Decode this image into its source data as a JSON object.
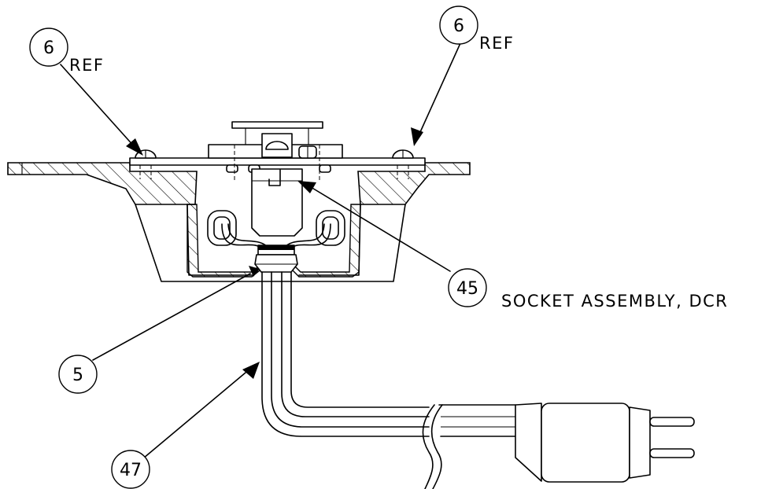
{
  "callouts": [
    {
      "id": "6",
      "suffix": "REF",
      "description": ""
    },
    {
      "id": "6",
      "suffix": "REF",
      "description": ""
    },
    {
      "id": "45",
      "suffix": "",
      "description": "SOCKET ASSEMBLY, DCR"
    },
    {
      "id": "5",
      "suffix": "",
      "description": ""
    },
    {
      "id": "47",
      "suffix": "",
      "description": ""
    }
  ]
}
